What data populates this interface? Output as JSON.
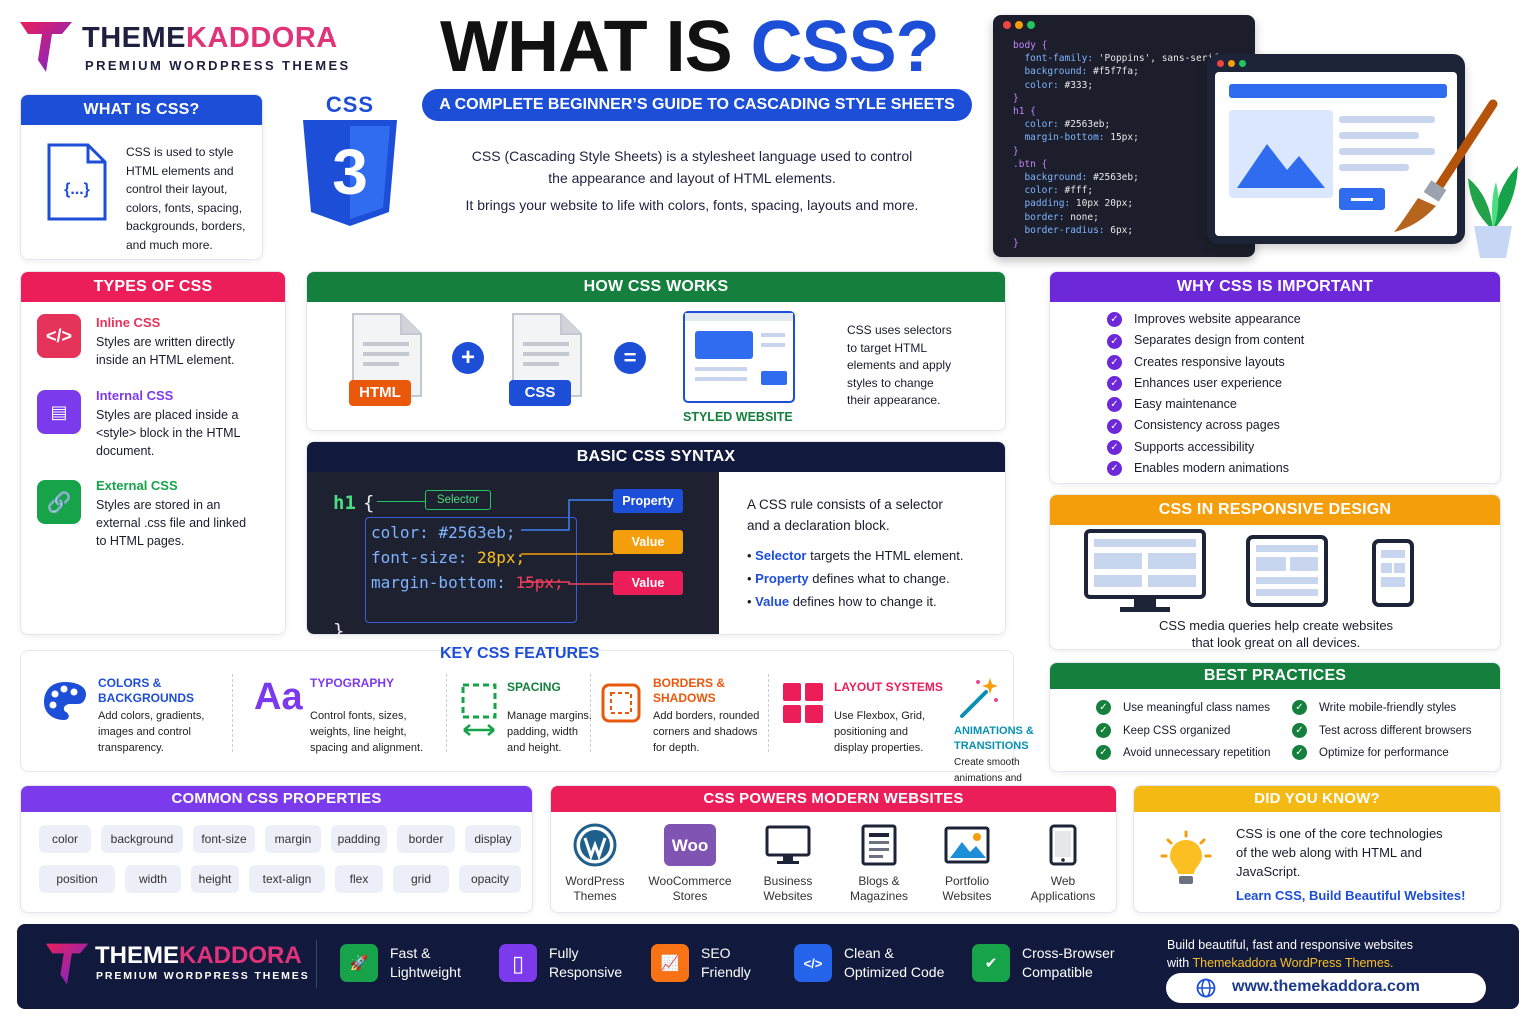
{
  "brand": {
    "name_dark": "THEME",
    "name_accent": "KADDORA",
    "tagline": "PREMIUM WORDPRESS THEMES"
  },
  "title": {
    "part1": "WHAT IS ",
    "part2": "CSS?"
  },
  "subtitle": "A COMPLETE BEGINNER’S GUIDE TO CASCADING STYLE SHEETS",
  "css_logo_label": "CSS",
  "css_logo_digit": "3",
  "intro": {
    "line1": "CSS (Cascading Style Sheets) is a stylesheet language used to control",
    "line2": "the appearance and layout of HTML elements.",
    "line3": "It brings your website to life with colors, fonts, spacing, layouts and more."
  },
  "code_editor": {
    "lines": [
      "body {",
      "  font-family: 'Poppins', sans-serif;",
      "  background: #f5f7fa;",
      "  color: #333;",
      "}",
      "h1 {",
      "  color: #2563eb;",
      "  margin-bottom: 15px;",
      "}",
      ".btn {",
      "  background: #2563eb;",
      "  color: #fff;",
      "  padding: 10px 20px;",
      "  border: none;",
      "  border-radius: 6px;",
      "}"
    ]
  },
  "what_is": {
    "header": "WHAT IS CSS?",
    "icon_glyph": "{...}",
    "lines": [
      "CSS is used to style",
      "HTML elements and",
      "control their layout,",
      "colors, fonts, spacing,",
      "backgrounds, borders,",
      "and much more."
    ]
  },
  "types": {
    "header": "TYPES OF CSS",
    "items": [
      {
        "title": "Inline CSS",
        "glyph": "</>",
        "color": "#e5335a",
        "lines": [
          "Styles are written directly",
          "inside an HTML element."
        ]
      },
      {
        "title": "Internal CSS",
        "glyph": "▤",
        "color": "#7c3aed",
        "lines": [
          "Styles are placed inside a",
          "<style> block in the HTML",
          "document."
        ]
      },
      {
        "title": "External CSS",
        "glyph": "🔗",
        "color": "#16a34a",
        "lines": [
          "Styles are stored in an",
          "external .css file and linked",
          "to HTML pages."
        ]
      }
    ]
  },
  "how": {
    "header": "HOW CSS WORKS",
    "html_label": "HTML",
    "css_label": "CSS",
    "plus": "+",
    "equals": "=",
    "result_label": "STYLED WEBSITE",
    "lines": [
      "CSS uses selectors",
      "to target HTML",
      "elements and apply",
      "styles to change",
      "their appearance."
    ]
  },
  "syntax": {
    "header": "BASIC CSS SYNTAX",
    "selector": "h1",
    "open_brace": "{",
    "close_brace": "}",
    "declarations": [
      {
        "prop": "color:",
        "value": "#2563eb;"
      },
      {
        "prop": "font-size:",
        "value": "28px;"
      },
      {
        "prop": "margin-bottom:",
        "value": "15px;"
      }
    ],
    "tag_selector": "Selector",
    "tag_property": "Property",
    "tag_value1": "Value",
    "tag_value2": "Value",
    "desc1": "A CSS rule consists of a selector",
    "desc2": "and a declaration block.",
    "bullets": [
      {
        "term": "Selector",
        "rest": " targets the HTML element."
      },
      {
        "term": "Property",
        "rest": " defines what to change."
      },
      {
        "term": "Value",
        "rest": " defines how to change it."
      }
    ]
  },
  "features": {
    "header": "KEY CSS FEATURES",
    "items": [
      {
        "t1": "COLORS &",
        "t2": "BACKGROUNDS",
        "d": [
          "Add colors, gradients,",
          "images and control",
          "transparency."
        ]
      },
      {
        "t1": "TYPOGRAPHY",
        "glyph": "Aa",
        "d": [
          "Control fonts, sizes,",
          "weights, line height,",
          "spacing and alignment."
        ]
      },
      {
        "t1": "SPACING",
        "d": [
          "Manage margins,",
          "padding, width",
          "and height."
        ]
      },
      {
        "t1": "BORDERS &",
        "t2": "SHADOWS",
        "d": [
          "Add borders, rounded",
          "corners and shadows",
          "for depth."
        ]
      },
      {
        "t1": "LAYOUT SYSTEMS",
        "d": [
          "Use Flexbox, Grid,",
          "positioning and",
          "display properties."
        ]
      },
      {
        "t1": "ANIMATIONS &",
        "t2": "TRANSITIONS",
        "d": [
          "Create smooth",
          "animations and"
        ]
      }
    ]
  },
  "why": {
    "header": "WHY CSS IS IMPORTANT",
    "items": [
      "Improves website appearance",
      "Separates design from content",
      "Creates responsive layouts",
      "Enhances user experience",
      "Easy maintenance",
      "Consistency across pages",
      "Supports accessibility",
      "Enables modern animations"
    ]
  },
  "responsive": {
    "header": "CSS IN RESPONSIVE DESIGN",
    "line1": "CSS media queries help create websites",
    "line2": "that look great on all devices."
  },
  "best": {
    "header": "BEST PRACTICES",
    "left": [
      "Use meaningful class names",
      "Keep CSS organized",
      "Avoid unnecessary repetition"
    ],
    "right": [
      "Write mobile-friendly styles",
      "Test across different browsers",
      "Optimize for performance"
    ]
  },
  "props": {
    "header": "COMMON CSS PROPERTIES",
    "row1": [
      "color",
      "background",
      "font-size",
      "margin",
      "padding",
      "border",
      "display"
    ],
    "row2": [
      "position",
      "width",
      "height",
      "text-align",
      "flex",
      "grid",
      "opacity"
    ]
  },
  "powers": {
    "header": "CSS POWERS MODERN WEBSITES",
    "woo_glyph": "Woo",
    "items": [
      {
        "l1": "WordPress",
        "l2": "Themes"
      },
      {
        "l1": "WooCommerce",
        "l2": "Stores"
      },
      {
        "l1": "Business",
        "l2": "Websites"
      },
      {
        "l1": "Blogs &",
        "l2": "Magazines"
      },
      {
        "l1": "Portfolio",
        "l2": "Websites"
      },
      {
        "l1": "Web",
        "l2": "Applications"
      }
    ]
  },
  "know": {
    "header": "DID YOU KNOW?",
    "lines": [
      "CSS is one of the core technologies",
      "of the web along with HTML and",
      "JavaScript."
    ],
    "cta": "Learn CSS, Build Beautiful Websites!"
  },
  "footer": {
    "items": [
      {
        "l1": "Fast &",
        "l2": "Lightweight",
        "glyph": "🚀",
        "color": "#16a34a"
      },
      {
        "l1": "Fully",
        "l2": "Responsive",
        "glyph": "▯",
        "color": "#7c3aed"
      },
      {
        "l1": "SEO",
        "l2": "Friendly",
        "glyph": "📈",
        "color": "#f97316"
      },
      {
        "l1": "Clean &",
        "l2": "Optimized Code",
        "glyph": "</>",
        "color": "#2563eb"
      },
      {
        "l1": "Cross-Browser",
        "l2": "Compatible",
        "glyph": "✔",
        "color": "#16a34a"
      }
    ],
    "promo1": "Build beautiful, fast and responsive websites",
    "promo2_pre": "with ",
    "promo2_accent": "Themekaddora WordPress Themes.",
    "url": "www.themekaddora.com"
  },
  "colors": {
    "blue": "#1d4ed8",
    "pink": "#ec1e5a",
    "green": "#15803d",
    "purple": "#6d28d9",
    "orange": "#f59e0b",
    "navy": "#111a3d",
    "dark": "#1e2130"
  }
}
